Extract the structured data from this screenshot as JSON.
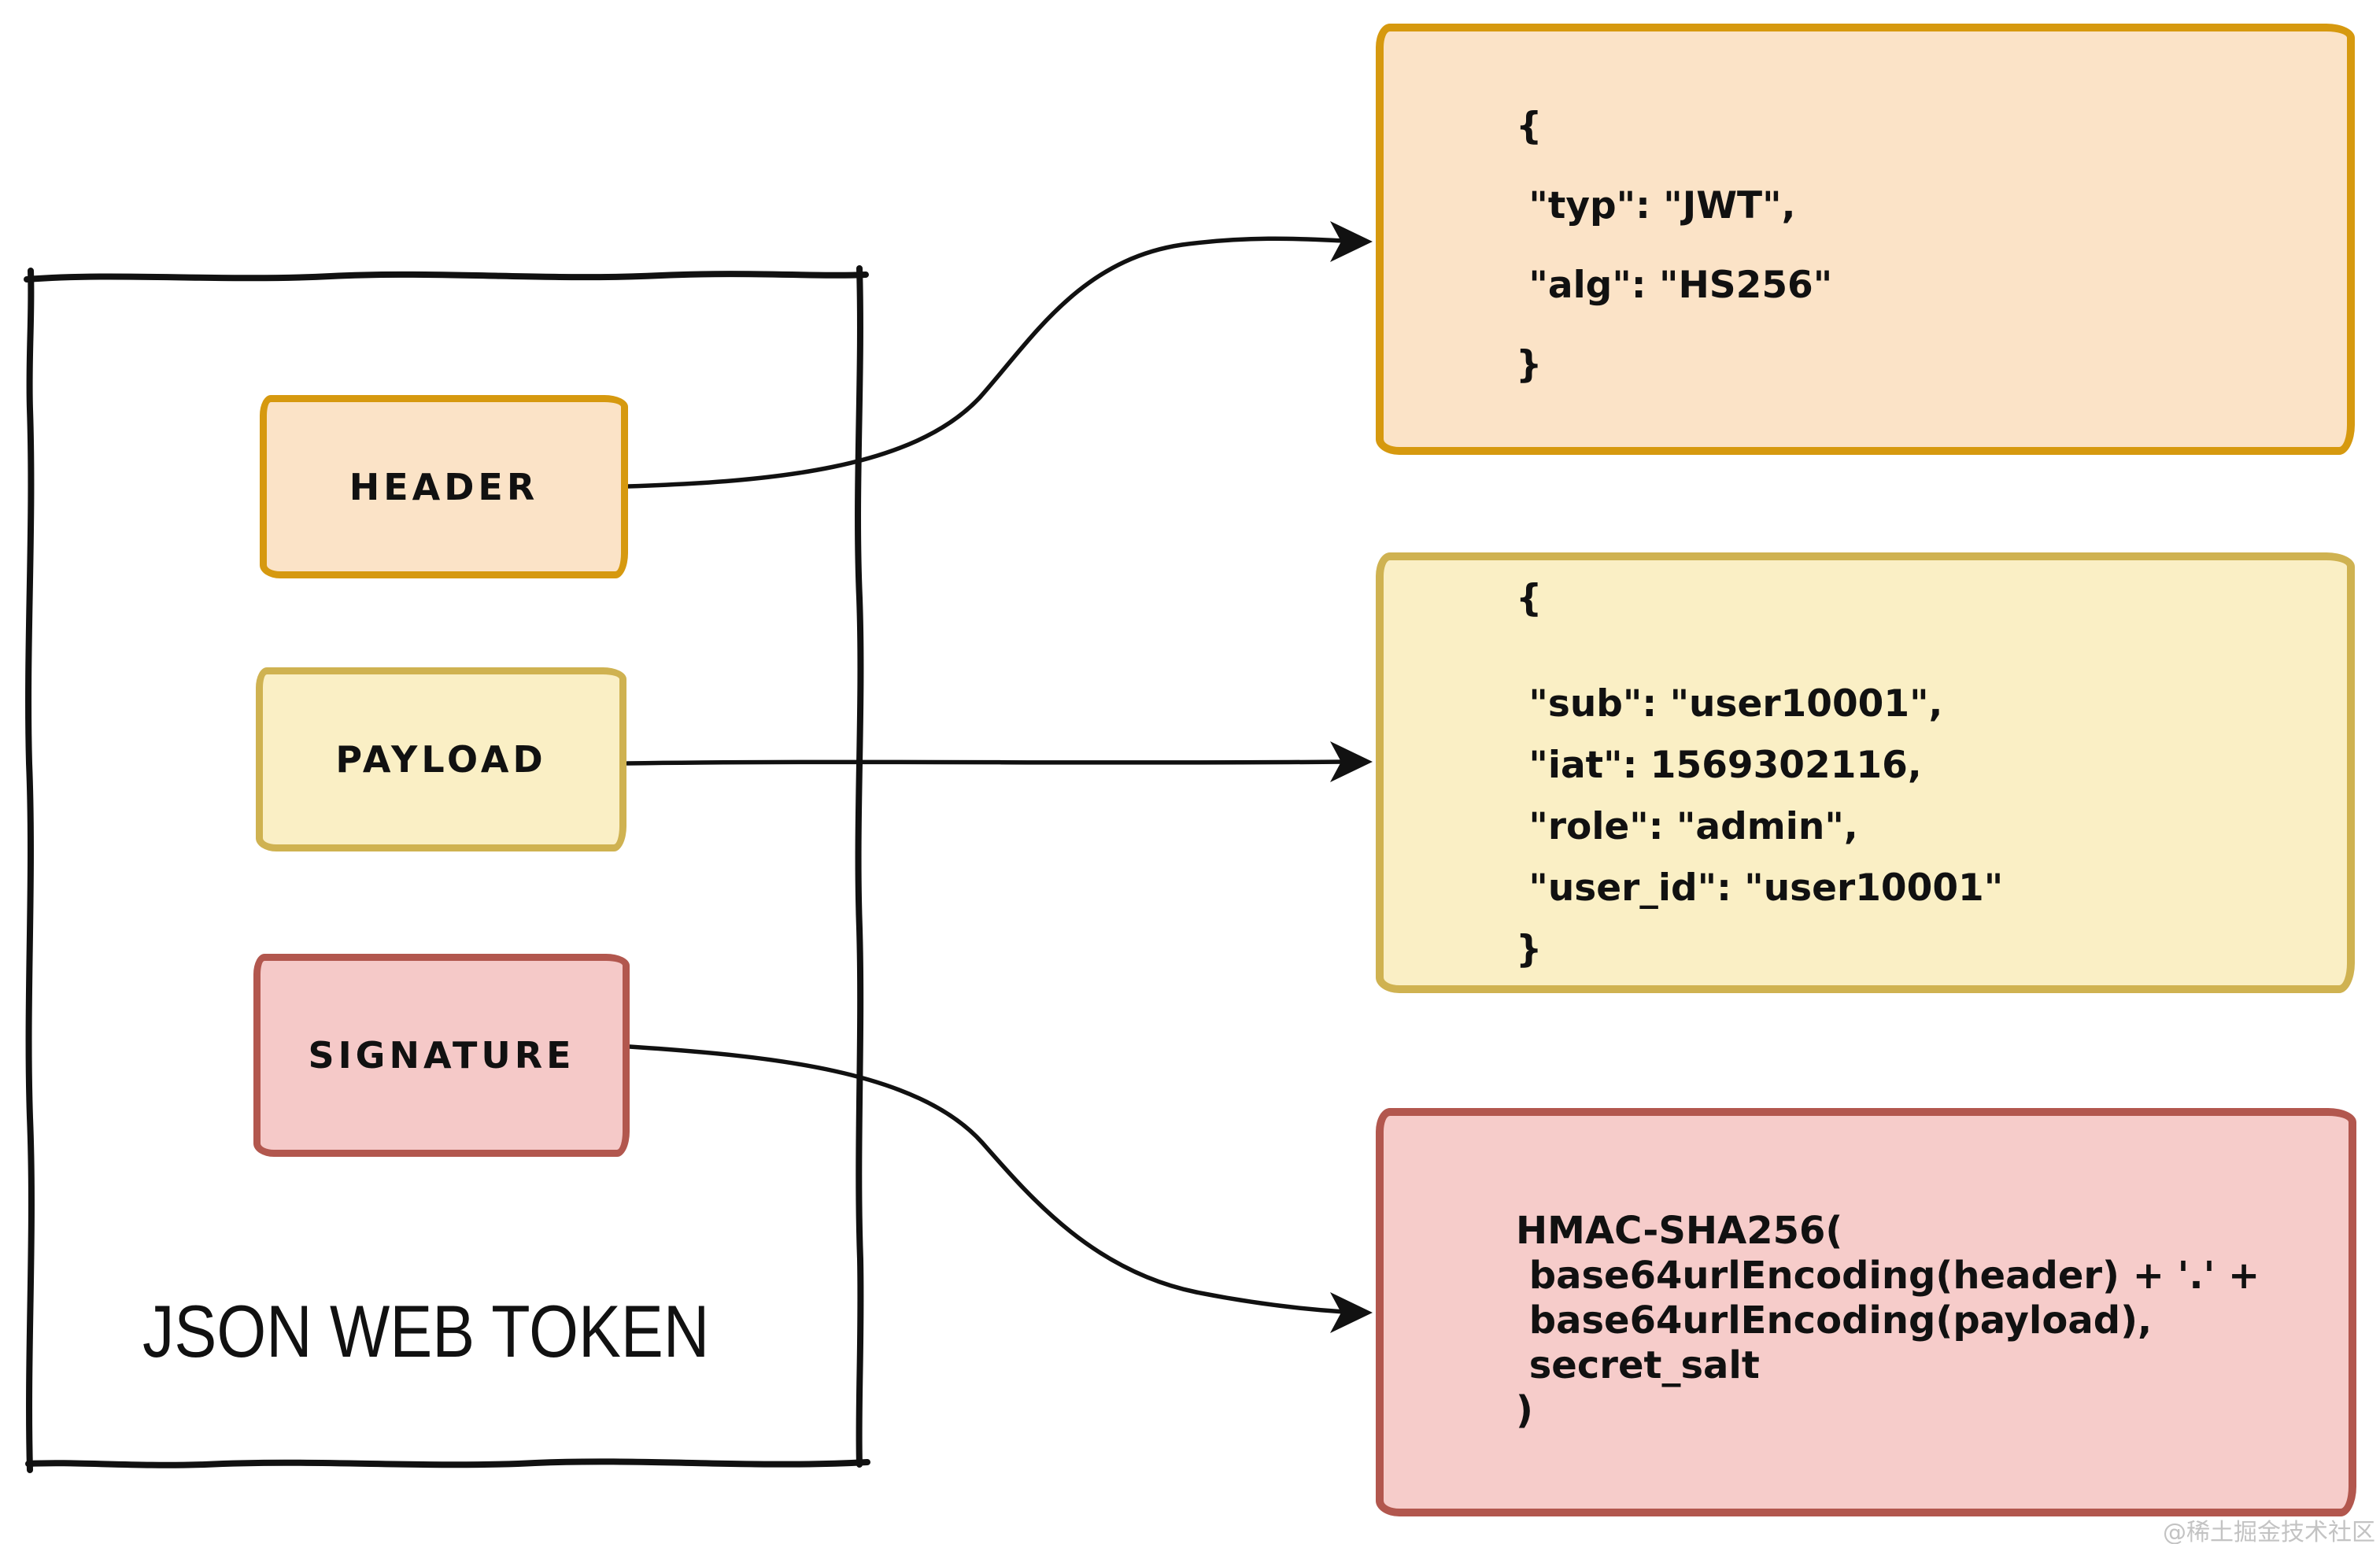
{
  "diagram": {
    "title": "JSON WEB TOKEN",
    "parts": [
      {
        "label": "HEADER"
      },
      {
        "label": "PAYLOAD"
      },
      {
        "label": "SIGNATURE"
      }
    ],
    "header_code": {
      "lines": [
        "{",
        " \"typ\": \"JWT\",",
        " \"alg\": \"HS256\"",
        "}"
      ]
    },
    "payload_code": {
      "lines": [
        "{",
        " \"sub\": \"user10001\",",
        " \"iat\": 1569302116,",
        " \"role\": \"admin\",",
        " \"user_id\": \"user10001\"",
        "}"
      ]
    },
    "signature_code": {
      "lines": [
        "HMAC-SHA256(",
        " base64urlEncoding(header) + '.' +",
        " base64urlEncoding(payload),",
        " secret_salt",
        ")"
      ]
    },
    "watermark": "@稀土掘金技术社区",
    "colors": {
      "header_fill": "#FBE3C7",
      "header_border": "#D6990F",
      "payload_fill": "#FAEFC5",
      "payload_border": "#CFB251",
      "signature_fill": "#F5C9C8",
      "signature_detail_fill": "#F6CCCA",
      "signature_border": "#B2574E",
      "outline": "#111111",
      "watermark_text": "#C3C3C3"
    }
  }
}
